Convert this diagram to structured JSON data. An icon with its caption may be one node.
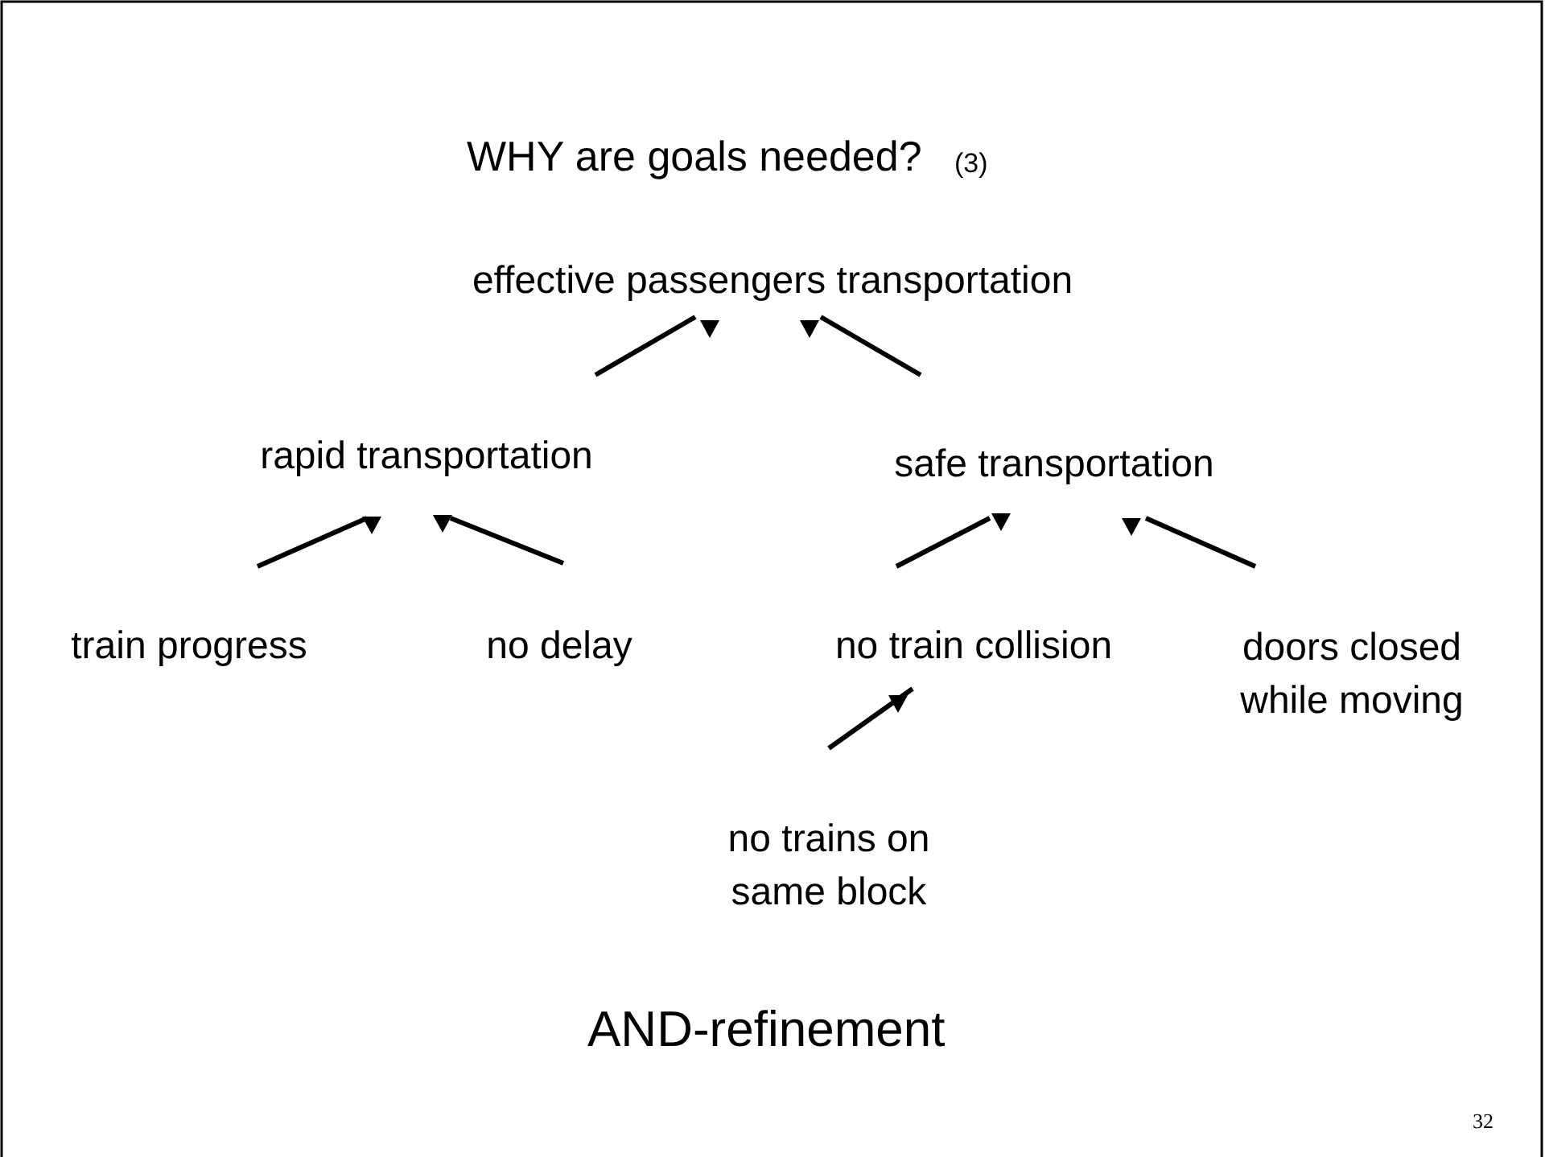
{
  "diagram": {
    "title": "WHY are goals needed?",
    "nodes": [
      {
        "text": [
          "effective passengers transportation"
        ]
      },
      {
        "text": [
          "rapid transportation"
        ]
      },
      {
        "text": [
          "safe transportation"
        ]
      },
      {
        "text": [
          "train progress"
        ]
      },
      {
        "text": [
          "no delay"
        ]
      },
      {
        "text": [
          "no train collision"
        ]
      },
      {
        "text": [
          "doors closed while moving"
        ]
      },
      {
        "text": [
          "no trains on same block"
        ]
      }
    ],
    "edges": [
      {
        "from": 1,
        "to": 0,
        "arrow": "to"
      },
      {
        "from": 2,
        "to": 0,
        "arrow": "to"
      },
      {
        "from": 3,
        "to": 1,
        "arrow": "to"
      },
      {
        "from": 4,
        "to": 1,
        "arrow": "to"
      },
      {
        "from": 5,
        "to": 2,
        "arrow": "to"
      },
      {
        "from": 6,
        "to": 2,
        "arrow": "to"
      },
      {
        "from": 7,
        "to": 5,
        "arrow": "to"
      }
    ],
    "labels": [
      "(3)",
      "AND-refinement",
      "32"
    ]
  }
}
